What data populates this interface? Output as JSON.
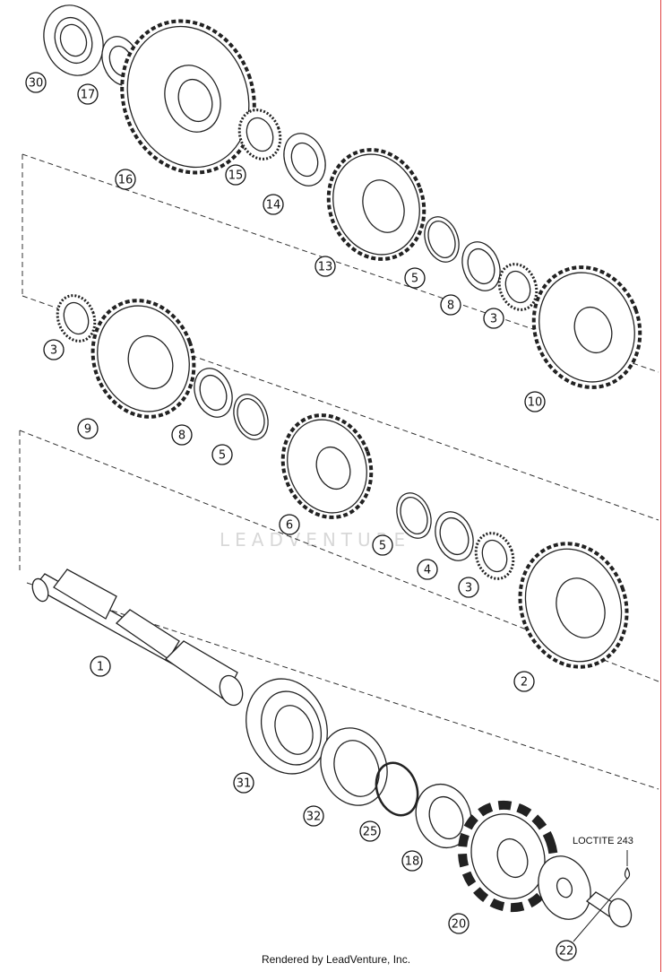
{
  "watermark": "LEADVENTURE",
  "footer": "Rendered by LeadVenture, Inc.",
  "loctite_label": "LOCTITE 243",
  "accent_color": "#e04040",
  "callouts": [
    "30",
    "17",
    "16",
    "15",
    "14",
    "13",
    "5",
    "8",
    "3",
    "10",
    "3",
    "9",
    "8",
    "5",
    "6",
    "5",
    "4",
    "3",
    "2",
    "1",
    "31",
    "32",
    "25",
    "18",
    "20",
    "22"
  ]
}
